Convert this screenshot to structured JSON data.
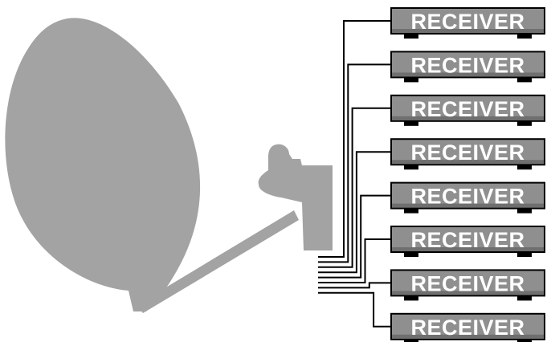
{
  "receivers": [
    {
      "label": "RECEIVER"
    },
    {
      "label": "RECEIVER"
    },
    {
      "label": "RECEIVER"
    },
    {
      "label": "RECEIVER"
    },
    {
      "label": "RECEIVER"
    },
    {
      "label": "RECEIVER"
    },
    {
      "label": "RECEIVER"
    },
    {
      "label": "RECEIVER"
    }
  ],
  "colors": {
    "dish": "#a3a3a3",
    "receiver_body": "#8f8f8f",
    "receiver_border": "#000000",
    "cable": "#000000",
    "label": "#ffffff"
  }
}
